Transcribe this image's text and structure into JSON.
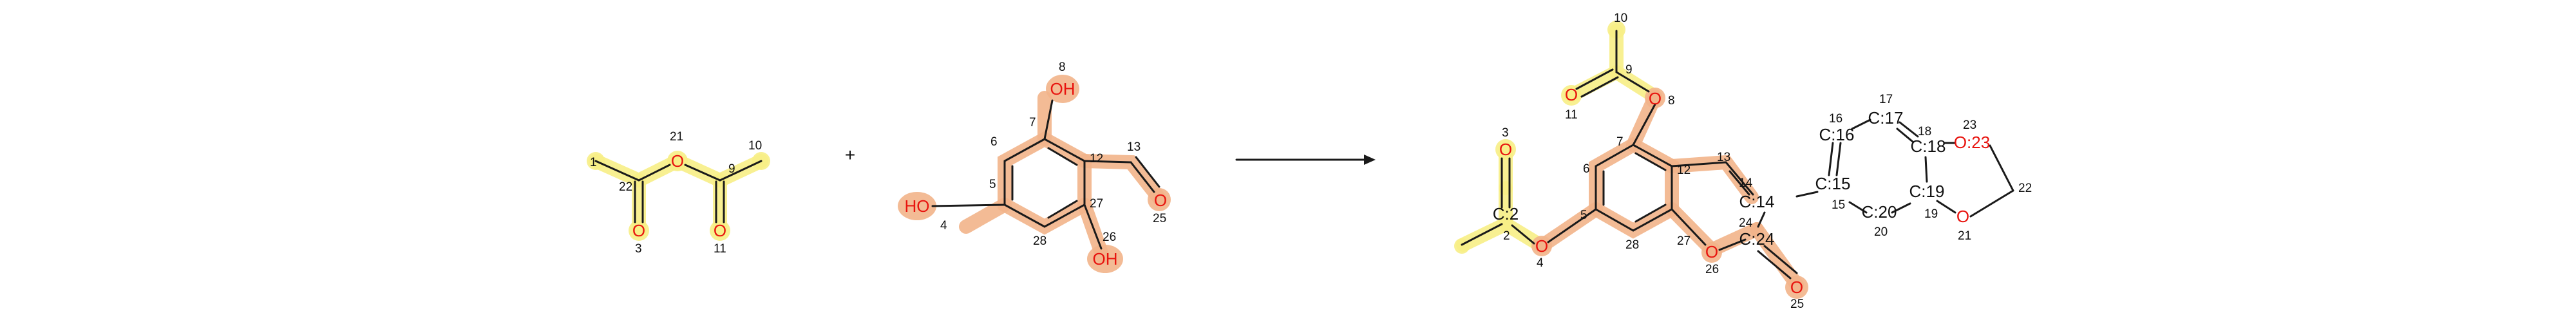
{
  "reaction": {
    "plus": "+",
    "reactant1": {
      "labels": {
        "O21": "O",
        "O3": "O",
        "O11": "O"
      },
      "indices": {
        "i1": "1",
        "i22": "22",
        "i21": "21",
        "i9": "9",
        "i10": "10",
        "i3": "3",
        "i11": "11"
      }
    },
    "reactant2": {
      "labels": {
        "OH8": "OH",
        "HO4": "HO",
        "OH26": "OH",
        "O25": "O"
      },
      "indices": {
        "i8": "8",
        "i7": "7",
        "i6": "6",
        "i12": "12",
        "i13": "13",
        "i5": "5",
        "i4": "4",
        "i27": "27",
        "i28": "28",
        "i26": "26",
        "i25": "25"
      }
    },
    "product": {
      "labels": {
        "O3": "O",
        "C2": "C:2",
        "O4": "O",
        "O11": "O",
        "O8": "O",
        "C14": "C:14",
        "C15": "C:15",
        "C16": "C:16",
        "C17": "C:17",
        "C18": "C:18",
        "O23": "O:23",
        "C19": "C:19",
        "C20": "C:20",
        "C24": "C:24",
        "O26": "O",
        "O25": "O",
        "O21": "O"
      },
      "indices": {
        "i10": "10",
        "i9": "9",
        "i11": "11",
        "i8": "8",
        "i7": "7",
        "i6": "6",
        "i12": "12",
        "i13": "13",
        "i3": "3",
        "i2": "2",
        "i4": "4",
        "i5": "5",
        "i28": "28",
        "i27": "27",
        "i26": "26",
        "i14": "14",
        "i24": "24",
        "i25": "25",
        "i16": "16",
        "i17": "17",
        "i18": "18",
        "i23": "23",
        "i15": "15",
        "i19": "19",
        "i20": "20",
        "i21": "21",
        "i22": "22"
      }
    }
  }
}
